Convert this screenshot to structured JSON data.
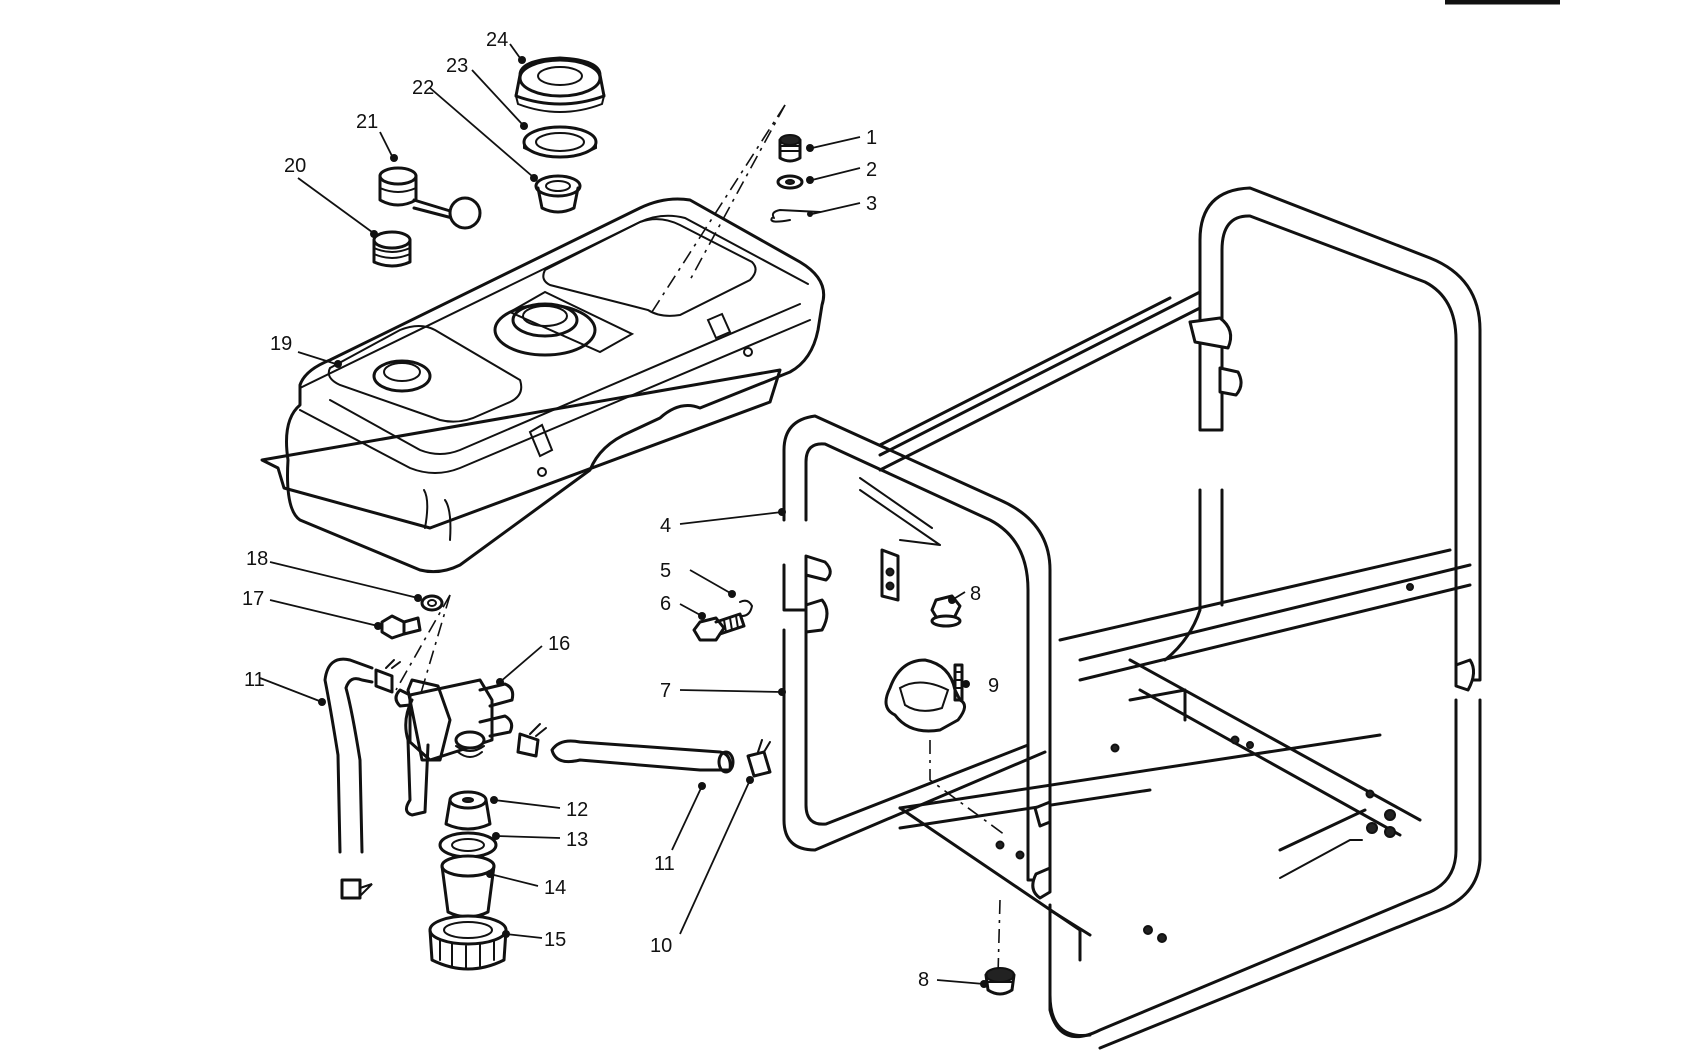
{
  "diagram": {
    "callouts": [
      {
        "id": "c1",
        "label": "1"
      },
      {
        "id": "c2",
        "label": "2"
      },
      {
        "id": "c3",
        "label": "3"
      },
      {
        "id": "c4",
        "label": "4"
      },
      {
        "id": "c5",
        "label": "5"
      },
      {
        "id": "c6",
        "label": "6"
      },
      {
        "id": "c7",
        "label": "7"
      },
      {
        "id": "c8a",
        "label": "8"
      },
      {
        "id": "c8b",
        "label": "8"
      },
      {
        "id": "c9",
        "label": "9"
      },
      {
        "id": "c10",
        "label": "10"
      },
      {
        "id": "c11a",
        "label": "11"
      },
      {
        "id": "c11b",
        "label": "11"
      },
      {
        "id": "c12",
        "label": "12"
      },
      {
        "id": "c13",
        "label": "13"
      },
      {
        "id": "c14",
        "label": "14"
      },
      {
        "id": "c15",
        "label": "15"
      },
      {
        "id": "c16",
        "label": "16"
      },
      {
        "id": "c17",
        "label": "17"
      },
      {
        "id": "c18",
        "label": "18"
      },
      {
        "id": "c19",
        "label": "19"
      },
      {
        "id": "c20",
        "label": "20"
      },
      {
        "id": "c21",
        "label": "21"
      },
      {
        "id": "c22",
        "label": "22"
      },
      {
        "id": "c23",
        "label": "23"
      },
      {
        "id": "c24",
        "label": "24"
      }
    ]
  }
}
